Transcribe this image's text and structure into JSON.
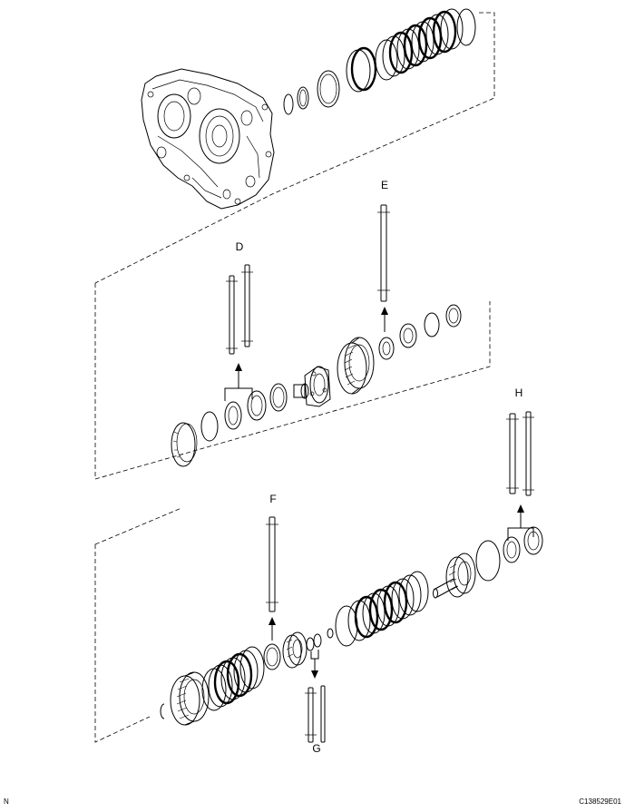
{
  "labels": {
    "d": "D",
    "e": "E",
    "f": "F",
    "g": "G",
    "h": "H"
  },
  "corner_left": "N",
  "corner_right": "C138529E01"
}
